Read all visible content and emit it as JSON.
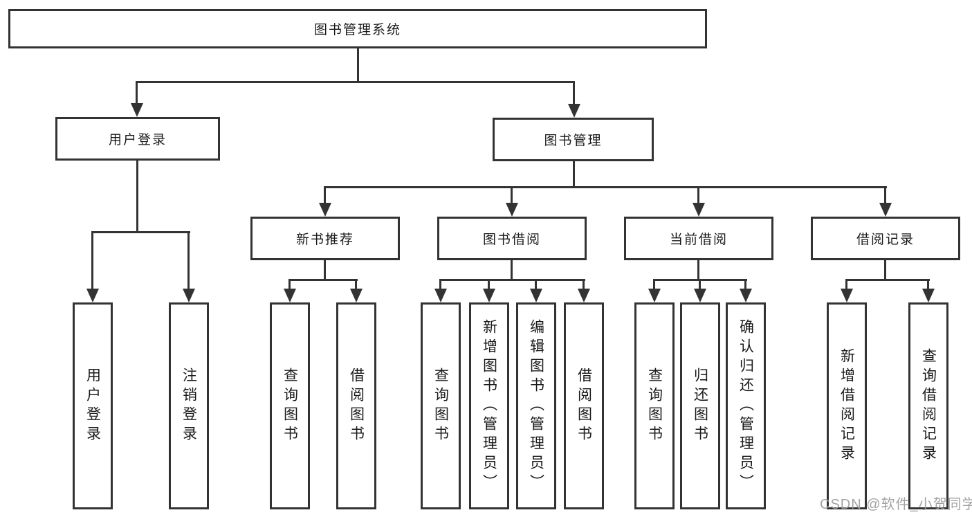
{
  "diagram": {
    "title": "图书管理系统",
    "branches": {
      "user_login": {
        "label": "用户登录",
        "children": [
          "用户登录",
          "注销登录"
        ]
      },
      "book_mgmt": {
        "label": "图书管理",
        "groups": {
          "new_book_rec": {
            "label": "新书推荐",
            "children": [
              "查询图书",
              "借阅图书"
            ]
          },
          "book_borrow": {
            "label": "图书借阅",
            "children": [
              "查询图书",
              "新增图书（管理员）",
              "编辑图书（管理员）",
              "借阅图书"
            ]
          },
          "current_borrow": {
            "label": "当前借阅",
            "children": [
              "查询图书",
              "归还图书",
              "确认归还（管理员）"
            ]
          },
          "borrow_records": {
            "label": "借阅记录",
            "children": [
              "新增借阅记录",
              "查询借阅记录"
            ]
          }
        }
      }
    }
  },
  "watermark": "CSDN @软件_小贺同学",
  "colors": {
    "line": "#333333",
    "box_background": "#ffffff",
    "text": "#1a1a1a",
    "watermark": "#9e9e9e"
  }
}
